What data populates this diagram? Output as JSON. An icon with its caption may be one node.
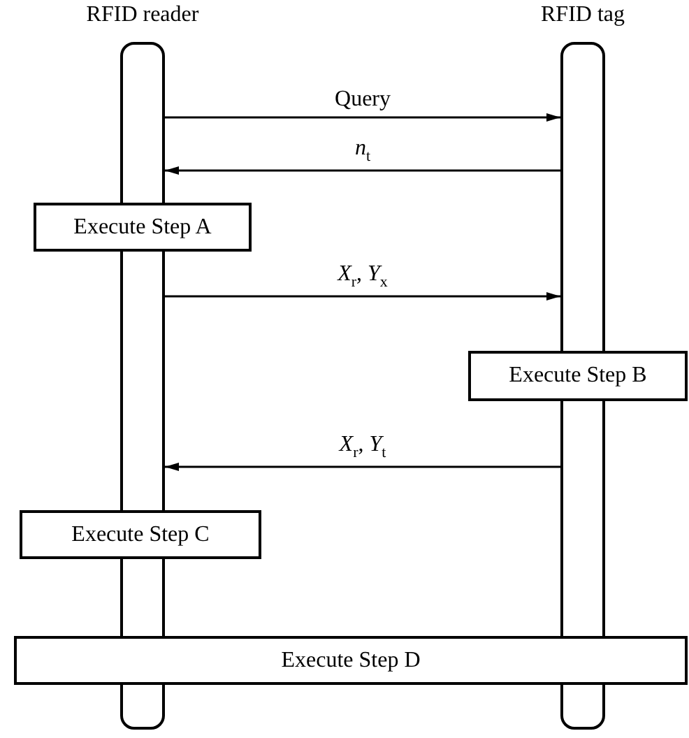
{
  "diagram": {
    "nodes": [
      {
        "text": [
          "RFID reader"
        ]
      },
      {
        "text": [
          "RFID tag"
        ]
      },
      {
        "text": [
          "Execute Step A"
        ]
      },
      {
        "text": [
          "Execute Step B"
        ]
      },
      {
        "text": [
          "Execute Step C"
        ]
      },
      {
        "text": [
          "Execute Step D"
        ]
      }
    ],
    "edges": [
      {
        "from": 0,
        "to": 1,
        "arrow": "to",
        "label": "Query"
      },
      {
        "from": 1,
        "to": 0,
        "arrow": "to",
        "label": "*n*$_{t}$"
      },
      {
        "from": 0,
        "to": 1,
        "arrow": "to",
        "label": "*X*$_{r}$, *Y*$_{x}$"
      },
      {
        "from": 1,
        "to": 0,
        "arrow": "to",
        "label": "*X*$_{r}$, *Y*$_{t}$"
      }
    ]
  }
}
